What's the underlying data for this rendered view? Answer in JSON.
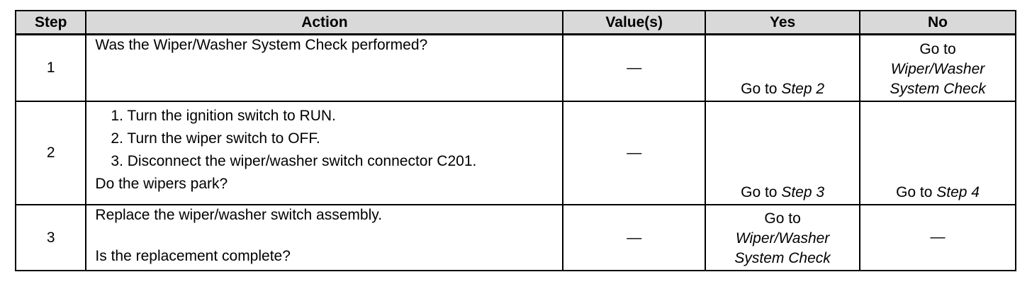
{
  "headers": {
    "step": "Step",
    "action": "Action",
    "values": "Value(s)",
    "yes": "Yes",
    "no": "No"
  },
  "rows": [
    {
      "step": "1",
      "action_question": "Was the Wiper/Washer System Check performed?",
      "value": "—",
      "yes_prefix": "Go to ",
      "yes_ref": "Step 2",
      "no_prefix": "Go to",
      "no_ref_line1": "Wiper/Washer",
      "no_ref_line2": "System Check"
    },
    {
      "step": "2",
      "action_items": [
        "1.  Turn the ignition switch to RUN.",
        "2.  Turn the wiper switch to OFF.",
        "3.  Disconnect the wiper/washer switch connector C201."
      ],
      "action_question": "Do the wipers park?",
      "value": "—",
      "yes_prefix": "Go to ",
      "yes_ref": "Step 3",
      "no_prefix": "Go to ",
      "no_ref": "Step 4"
    },
    {
      "step": "3",
      "action_instruction": "Replace the wiper/washer switch assembly.",
      "action_question": "Is the replacement complete?",
      "value": "—",
      "yes_prefix": "Go to",
      "yes_ref_line1": "Wiper/Washer",
      "yes_ref_line2": "System Check",
      "no": "—"
    }
  ]
}
